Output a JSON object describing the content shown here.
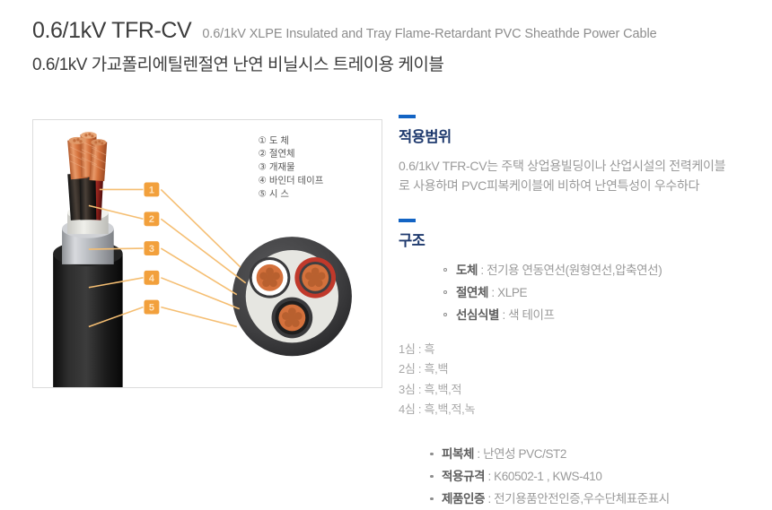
{
  "header": {
    "title_main": "0.6/1kV TFR-CV",
    "title_sub": "0.6/1kV XLPE Insulated and Tray Flame-Retardant PVC Sheathde Power Cable",
    "title_korean": "0.6/1kV 가교폴리에틸렌절연 난연 비닐시스 트레이용 케이블"
  },
  "diagram": {
    "legend": [
      {
        "marker": "①",
        "label": "도 체"
      },
      {
        "marker": "②",
        "label": "절연체"
      },
      {
        "marker": "③",
        "label": "개재물"
      },
      {
        "marker": "④",
        "label": "바인더 테이프"
      },
      {
        "marker": "⑤",
        "label": "시 스"
      }
    ],
    "callouts": [
      "1",
      "2",
      "3",
      "4",
      "5"
    ],
    "colors": {
      "callout": "#f2a03c",
      "leader_line": "#f5be72",
      "sheath": "#1c1c1c",
      "binder_tape": "#b9bcc0",
      "filler": "#d7d7d3",
      "conductor": "#d4713c",
      "insulation_red": "#c0392b",
      "insulation_white": "#ffffff",
      "insulation_black": "#2b2b2b",
      "panel_border": "#dcdcdc"
    }
  },
  "sections": [
    {
      "heading": "적용범위",
      "paragraph": "0.6/1kV TFR-CV는 주택 상업용빌딩이나 산업시설의 전력케이블로 사용하며 PVC피복케이블에 비하여 난연특성이 우수하다"
    },
    {
      "heading": "구조"
    }
  ],
  "structure_items": [
    {
      "label": "도체",
      "sep": " : ",
      "value": "전기용 연동연선(원형연선,압축연선)"
    },
    {
      "label": "절연체",
      "sep": " : ",
      "value": "XLPE"
    },
    {
      "label": "선심식별",
      "sep": " : ",
      "value": "색 테이프"
    }
  ],
  "core_lines": [
    "1심 : 흑",
    "2심 : 흑,백",
    "3심 : 흑,백,적",
    "4심 : 흑,백,적,녹"
  ],
  "spec_items": [
    {
      "label": "피복체",
      "sep": " : ",
      "value": "난연성 PVC/ST2"
    },
    {
      "label": "적용규격",
      "sep": " : ",
      "value": "K60502-1 , KWS-410"
    },
    {
      "label": "제품인증",
      "sep": " : ",
      "value": "전기용품안전인증,우수단체표준표시"
    }
  ],
  "theme": {
    "accent_blue": "#1364c4",
    "heading_navy": "#1f3a6e",
    "title_gray": "#3c3c3c",
    "body_gray": "#9a9a9a"
  }
}
